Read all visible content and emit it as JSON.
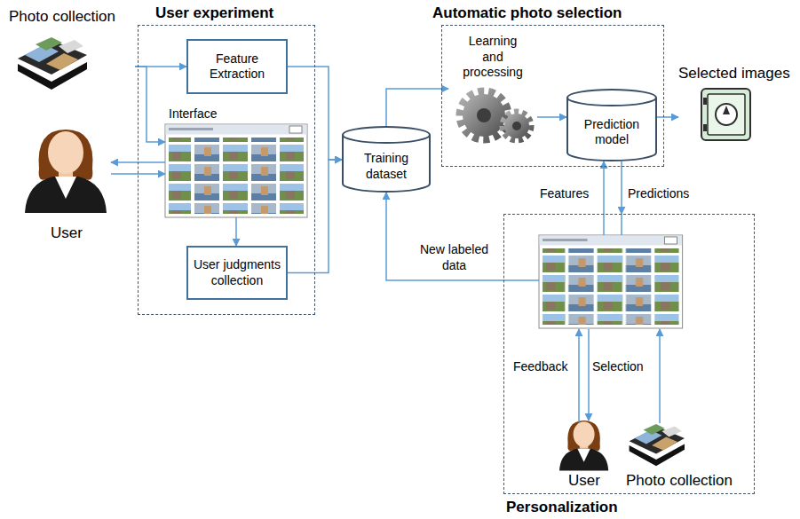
{
  "diagram": {
    "nodes": [
      {
        "text": [
          "Photo collection"
        ]
      },
      {
        "text": [
          "User experiment"
        ]
      },
      {
        "text": [
          "Feature Extraction"
        ],
        "in": 1
      },
      {
        "text": [
          "Interface"
        ],
        "in": 1
      },
      {
        "text": [
          "User judgments collection"
        ],
        "in": 1
      },
      {
        "text": [
          "User"
        ]
      },
      {
        "text": [
          "Training dataset"
        ]
      },
      {
        "text": [
          "Automatic photo selection"
        ]
      },
      {
        "text": [
          "Learning and processing"
        ],
        "in": 7
      },
      {
        "text": [
          "Prediction model"
        ],
        "in": 7
      },
      {
        "text": [
          "Selected images"
        ]
      },
      {
        "text": [
          "Personalization"
        ]
      },
      {
        "text": [
          "User"
        ],
        "in": 11
      },
      {
        "text": [
          "Photo collection"
        ],
        "in": 11
      }
    ],
    "edges": [
      {
        "from": 0,
        "to": 2,
        "arrow": "to"
      },
      {
        "from": 0,
        "to": 3,
        "arrow": "to"
      },
      {
        "from": 3,
        "to": 5,
        "arrow": "to"
      },
      {
        "from": 5,
        "to": 3,
        "arrow": "to"
      },
      {
        "from": 3,
        "to": 4,
        "arrow": "to"
      },
      {
        "from": 2,
        "to": 6,
        "arrow": "to"
      },
      {
        "from": 4,
        "to": 6,
        "arrow": "to"
      },
      {
        "from": 6,
        "to": 8,
        "arrow": "to"
      },
      {
        "from": 8,
        "to": 9,
        "arrow": "to"
      },
      {
        "from": 9,
        "to": 10,
        "arrow": "to"
      },
      {
        "from": 11,
        "to": 9,
        "label": "Features",
        "arrow": "to"
      },
      {
        "from": 9,
        "to": 11,
        "label": "Predictions",
        "arrow": "to"
      },
      {
        "from": 11,
        "to": 6,
        "label": "New labeled data",
        "arrow": "to"
      }
    ],
    "labels": [
      "Feedback",
      "Selection"
    ]
  }
}
